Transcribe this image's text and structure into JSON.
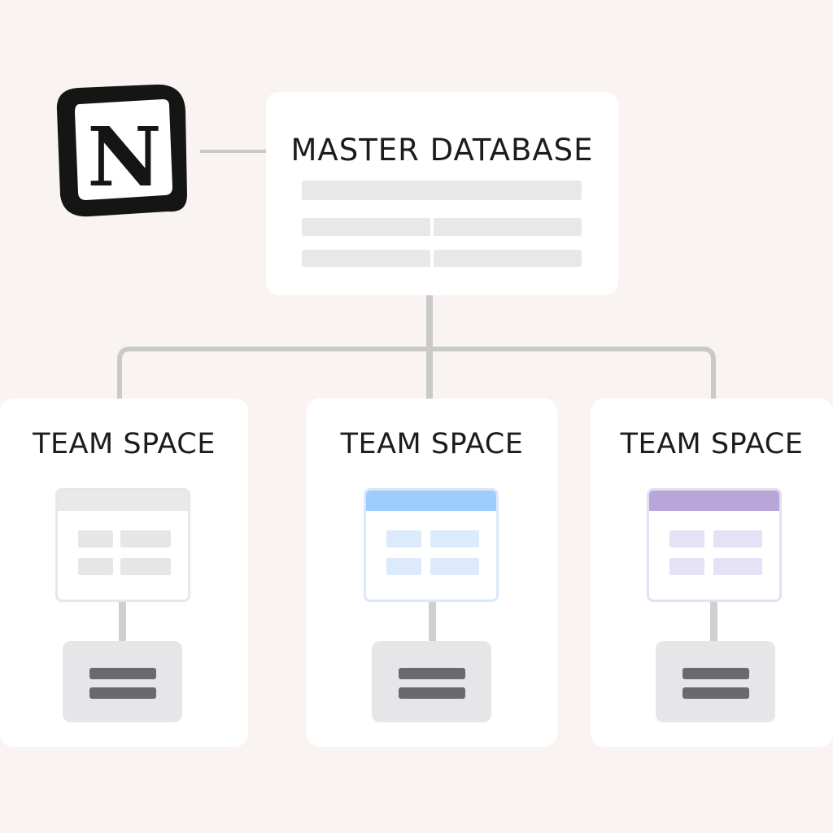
{
  "master": {
    "title": "MASTER DATABASE"
  },
  "teams": [
    {
      "title": "TEAM SPACE"
    },
    {
      "title": "TEAM SPACE"
    },
    {
      "title": "TEAM SPACE"
    }
  ],
  "logo": {
    "icon": "notion-logo-icon",
    "letter": "N"
  },
  "icons": {
    "table": "table-icon",
    "list": "list-icon"
  },
  "colors": {
    "background": "#f9f4f1",
    "connector": "#c9c9c9",
    "team_1_accent": "#e9e9e9",
    "team_2_accent": "#9ccdfd",
    "team_3_accent": "#b8a6d8"
  }
}
